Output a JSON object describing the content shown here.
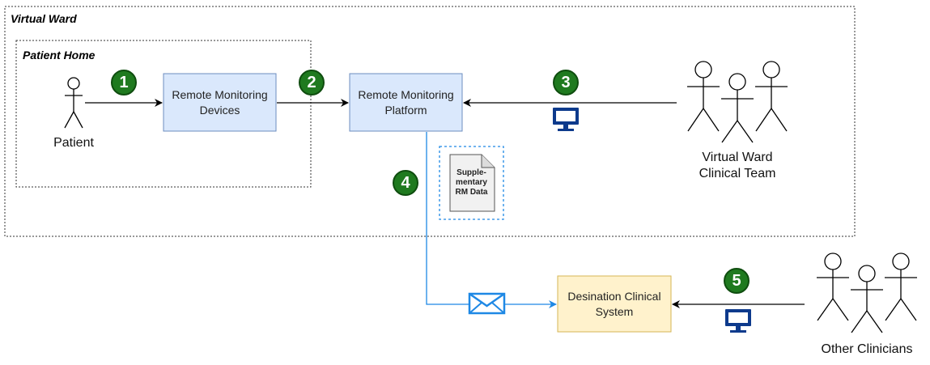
{
  "groups": {
    "virtual_ward": "Virtual Ward",
    "patient_home": "Patient Home"
  },
  "nodes": {
    "remote_devices": "Remote Monitoring Devices",
    "remote_platform": "Remote Monitoring Platform",
    "destination_system": "Desination Clinical System"
  },
  "actors": {
    "patient": "Patient",
    "vw_team": "Virtual Ward Clinical Team",
    "other_clinicians": "Other Clinicians"
  },
  "document": {
    "label": "Supple-mentary RM Data"
  },
  "steps": [
    "1",
    "2",
    "3",
    "4",
    "5"
  ],
  "icons": {
    "monitor": "monitor-icon",
    "envelope": "envelope-icon",
    "person": "person-icon",
    "document": "document-icon"
  },
  "colors": {
    "device_fill": "#dae8fc",
    "device_stroke": "#6c8ebf",
    "dest_fill": "#fff2cc",
    "dest_stroke": "#d6b656",
    "badge": "#1f7a1f",
    "blue_line": "#1e88e5",
    "monitor": "#0d3a8c"
  }
}
